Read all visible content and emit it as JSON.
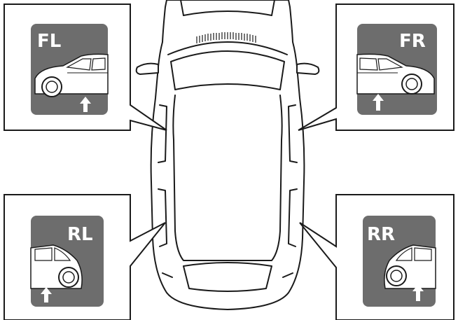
{
  "diagram": {
    "type": "tire-position-diagram",
    "vehicle": "top-view",
    "tile_color": "#6d6d6d",
    "label_color": "#ffffff",
    "line_color": "#1a1a1a",
    "positions": [
      {
        "id": "front-left",
        "label": "FL",
        "icon": "car-side-front-left-icon"
      },
      {
        "id": "front-right",
        "label": "FR",
        "icon": "car-side-front-right-icon"
      },
      {
        "id": "rear-left",
        "label": "RL",
        "icon": "car-side-rear-left-icon"
      },
      {
        "id": "rear-right",
        "label": "RR",
        "icon": "car-side-rear-right-icon"
      }
    ],
    "arrow_icon": "up-arrow-icon"
  }
}
